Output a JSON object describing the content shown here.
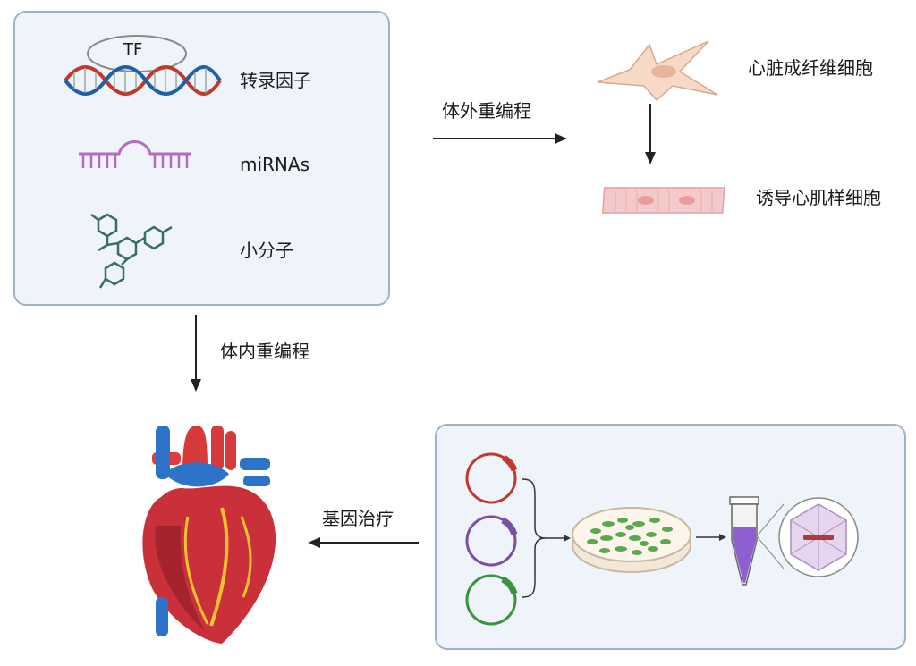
{
  "factors": {
    "tf_text": "TF",
    "transcription_factor": "转录因子",
    "mirna": "miRNAs",
    "small_molecule": "小分子"
  },
  "processes": {
    "in_vitro": "体外重编程",
    "in_vivo": "体内重编程",
    "gene_therapy": "基因治疗"
  },
  "cells": {
    "fibroblast": "心脏成纤维细胞",
    "induced_cardiomyocyte": "诱导心肌样细胞"
  },
  "colors": {
    "panel_fill": "#eef4fa",
    "panel_border": "#9fb2c6",
    "dna_red": "#c0392b",
    "dna_blue": "#1f5fa8",
    "mirna_purple": "#b46bc0",
    "molecule_teal": "#3c6b6b",
    "plasmid_red": "#c0392b",
    "plasmid_purple": "#7b4fa0",
    "plasmid_green": "#3d9140",
    "dish_green": "#5aa84f",
    "tube_purple": "#8e5fd0"
  }
}
